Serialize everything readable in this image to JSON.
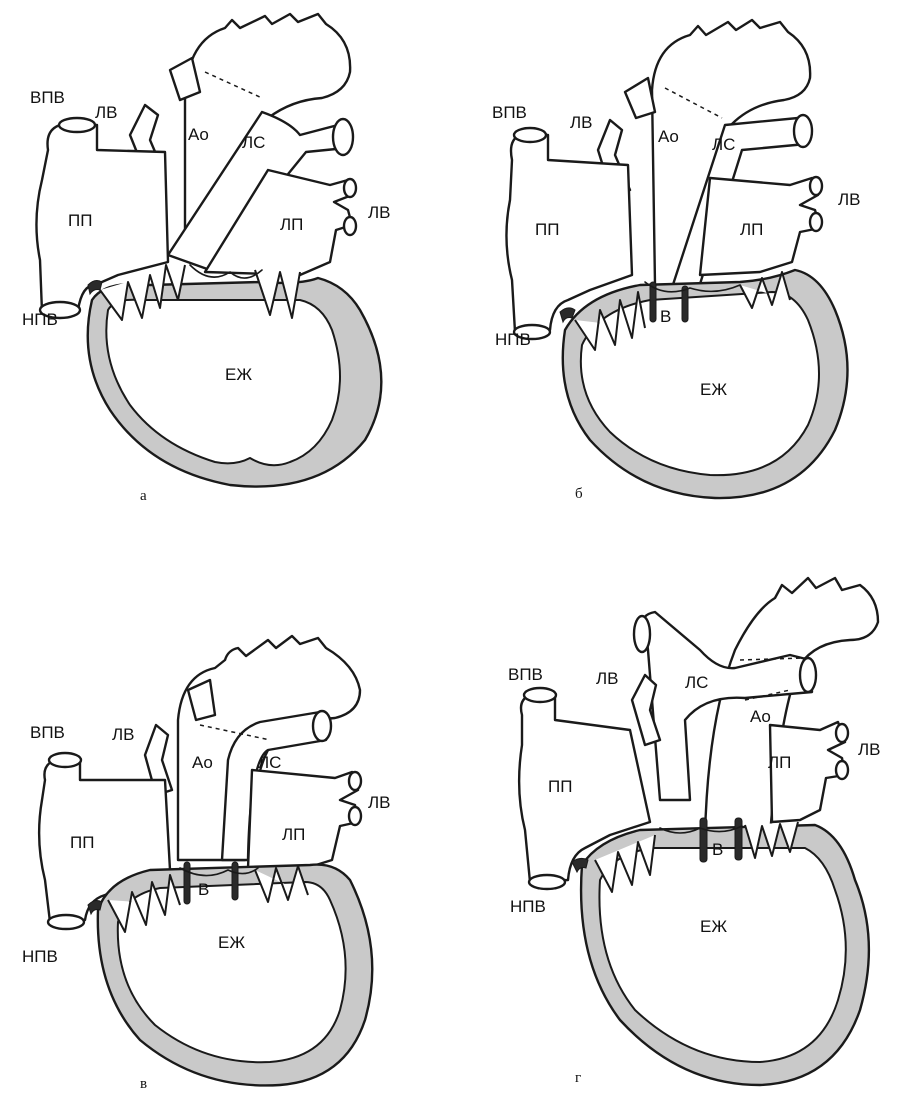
{
  "panels": [
    {
      "letter": "а",
      "labels": {
        "svc": "ВПВ",
        "ivc": "НПВ",
        "ra": "ПП",
        "la": "ЛП",
        "pv_left": "ЛВ",
        "pv_right": "ЛВ",
        "aorta": "Ао",
        "pa": "ЛС",
        "ventricle": "ЕЖ"
      }
    },
    {
      "letter": "б",
      "labels": {
        "svc": "ВПВ",
        "ivc": "НПВ",
        "ra": "ПП",
        "la": "ЛП",
        "pv_left": "ЛВ",
        "pv_right": "ЛВ",
        "aorta": "Ао",
        "pa": "ЛС",
        "ventricle": "ЕЖ",
        "outlet": "В"
      }
    },
    {
      "letter": "в",
      "labels": {
        "svc": "ВПВ",
        "ivc": "НПВ",
        "ra": "ПП",
        "la": "ЛП",
        "pv_left": "ЛВ",
        "pv_right": "ЛВ",
        "aorta": "Ао",
        "pa": "ЛС",
        "ventricle": "ЕЖ",
        "outlet": "В"
      }
    },
    {
      "letter": "г",
      "labels": {
        "svc": "ВПВ",
        "ivc": "НПВ",
        "ra": "ПП",
        "la": "ЛП",
        "pv_left": "ЛВ",
        "pv_right": "ЛВ",
        "aorta": "Ао",
        "pa": "ЛС",
        "ventricle": "ЕЖ",
        "outlet": "В"
      }
    }
  ]
}
